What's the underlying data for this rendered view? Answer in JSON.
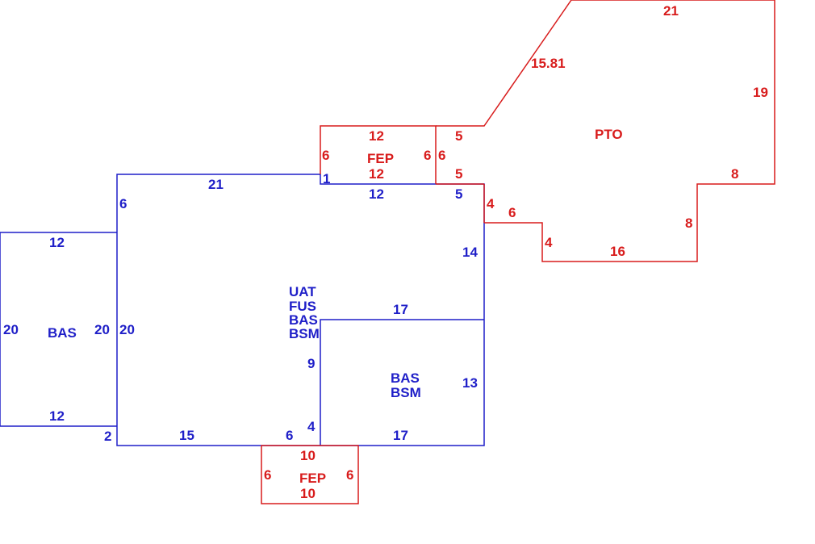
{
  "colors": {
    "blue": "#1f1fc8",
    "red": "#d81c1c"
  },
  "areas": {
    "left_bas": {
      "label": "BAS"
    },
    "main": {
      "labels": [
        "UAT",
        "FUS",
        "BAS",
        "BSM"
      ]
    },
    "lower_right": {
      "labels": [
        "BAS",
        "BSM"
      ]
    },
    "fep_top": {
      "label": "FEP"
    },
    "fep_bottom": {
      "label": "FEP"
    },
    "pto": {
      "label": "PTO"
    }
  },
  "dims": {
    "left_top": "12",
    "left_left": "20",
    "left_right": "20",
    "left_bottom": "12",
    "left_offset": "2",
    "main_left_20": "20",
    "main_left_6": "6",
    "main_top_21": "21",
    "main_top_1": "1",
    "main_top_12": "12",
    "main_top_5": "5",
    "main_right_14": "14",
    "mid_17": "17",
    "mid_9": "9",
    "mid_4": "4",
    "lr_right_13": "13",
    "bottom_15": "15",
    "bottom_6": "6",
    "bottom_17": "17",
    "fep_top_top": "12",
    "fep_top_bottom": "12",
    "fep_top_left": "6",
    "fep_top_right": "6",
    "pto_left_6": "6",
    "pto_5_upper": "5",
    "pto_5_lower": "5",
    "pto_diag": "15.81",
    "pto_top": "21",
    "pto_right": "19",
    "pto_8_h": "8",
    "pto_8_v": "8",
    "pto_16": "16",
    "pto_4_upper": "4",
    "pto_6": "6",
    "pto_4_lower": "4",
    "fep_bot_top": "10",
    "fep_bot_bottom": "10",
    "fep_bot_left": "6",
    "fep_bot_right": "6"
  }
}
